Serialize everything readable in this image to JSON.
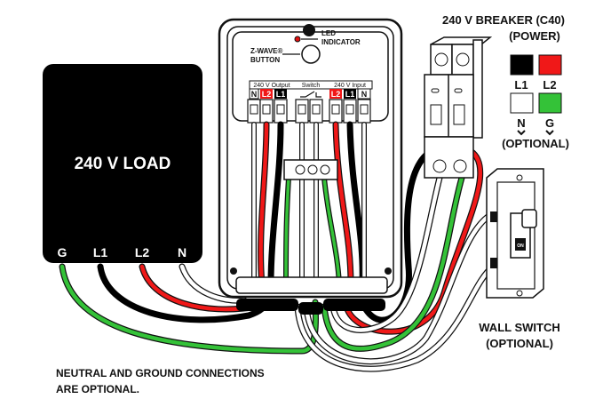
{
  "load": {
    "title": "240 V LOAD",
    "terminals": [
      "G",
      "L1",
      "L2",
      "N"
    ]
  },
  "device": {
    "led_label_1": "LED",
    "led_label_2": "INDICATOR",
    "button_label_1": "Z-WAVE®",
    "button_label_2": "BUTTON",
    "groups": [
      "240 V Output",
      "Switch",
      "240 V Input"
    ],
    "output_terminals": [
      "N",
      "L2",
      "L1"
    ],
    "input_terminals": [
      "L2",
      "L1",
      "N"
    ]
  },
  "breaker": {
    "title": "240 V BREAKER (C40)",
    "subtitle": "(POWER)",
    "legend": [
      {
        "label": "L1",
        "color": "#000000"
      },
      {
        "label": "L2",
        "color": "#f01818"
      },
      {
        "label": "N",
        "color": "#ffffff"
      },
      {
        "label": "G",
        "color": "#34c238"
      }
    ],
    "optional": "(OPTIONAL)"
  },
  "wall_switch": {
    "label_1": "WALL SWITCH",
    "label_2": "(OPTIONAL)",
    "on_text": "ON"
  },
  "note": {
    "line_1": "NEUTRAL AND GROUND CONNECTIONS",
    "line_2": "ARE OPTIONAL."
  },
  "colors": {
    "red": "#f01818",
    "green": "#34c238",
    "black": "#000000",
    "white": "#ffffff"
  }
}
